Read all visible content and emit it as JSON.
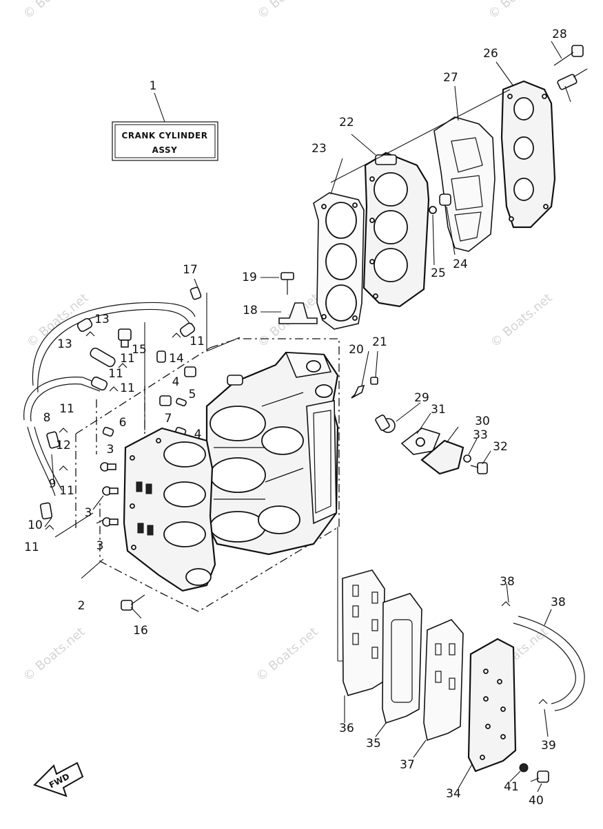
{
  "title_box": {
    "line1": "CRANK CYLINDER",
    "line2": "ASSY"
  },
  "fwd_label": "FWD",
  "watermark": "© Boats.net",
  "callouts": [
    "1",
    "2",
    "3",
    "3",
    "3",
    "4",
    "4",
    "5",
    "6",
    "7",
    "8",
    "9",
    "10",
    "11",
    "11",
    "11",
    "11",
    "11",
    "11",
    "11",
    "12",
    "13",
    "13",
    "14",
    "15",
    "16",
    "17",
    "18",
    "19",
    "20",
    "21",
    "22",
    "23",
    "24",
    "25",
    "26",
    "27",
    "28",
    "29",
    "30",
    "31",
    "32",
    "33",
    "34",
    "35",
    "36",
    "37",
    "38",
    "38",
    "39",
    "40",
    "41"
  ]
}
